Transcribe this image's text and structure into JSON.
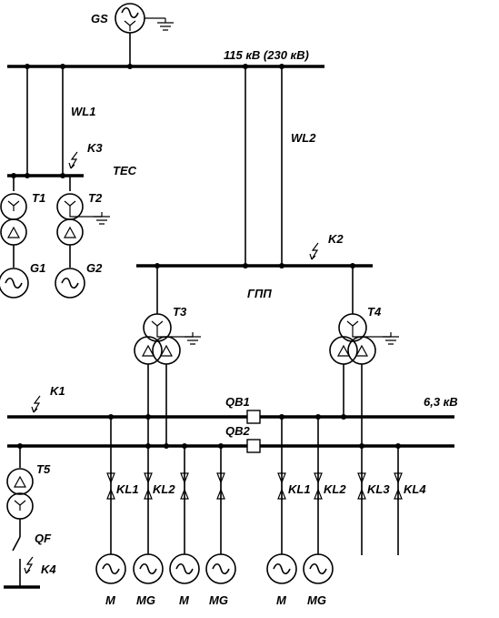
{
  "labels": {
    "gs": "GS",
    "hv_bus": "115 кВ (230 кВ)",
    "wl1": "WL1",
    "wl2": "WL2",
    "k3": "K3",
    "tec": "TEC",
    "t1": "T1",
    "t2": "T2",
    "g1": "G1",
    "g2": "G2",
    "k2": "K2",
    "gpp": "ГПП",
    "t3": "T3",
    "t4": "T4",
    "k1": "K1",
    "qb1": "QB1",
    "qb2": "QB2",
    "lv_bus": "6,3 кВ",
    "t5": "T5",
    "qf": "QF",
    "k4": "K4",
    "kl1_left": "KL1",
    "kl2_left": "KL2",
    "kl1_right": "KL1",
    "kl2_right": "KL2",
    "kl3": "KL3",
    "kl4": "KL4",
    "m1": "M",
    "mg1": "MG",
    "m2": "M",
    "mg2": "MG",
    "m3": "M",
    "mg3": "MG"
  }
}
